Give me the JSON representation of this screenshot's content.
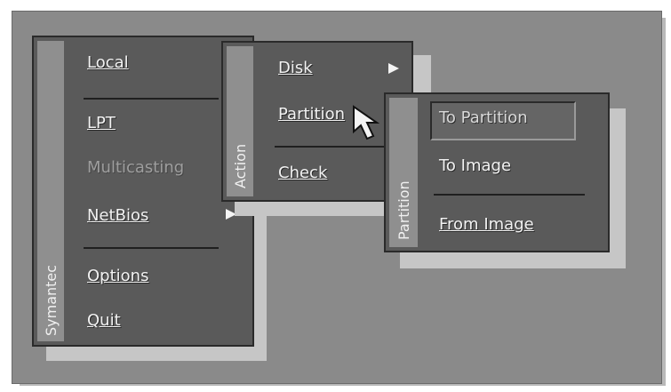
{
  "menus": {
    "main": {
      "title": "Symantec",
      "items": [
        {
          "label": "Local",
          "key": "L"
        },
        {
          "label": "LPT",
          "key": "L"
        },
        {
          "label": "Multicasting",
          "key": "",
          "disabled": true
        },
        {
          "label": "NetBios",
          "key": "N"
        },
        {
          "label": "Options",
          "key": "O"
        },
        {
          "label": "Quit",
          "key": "Q"
        }
      ]
    },
    "action": {
      "title": "Action",
      "items": [
        {
          "label": "Disk",
          "key": "D"
        },
        {
          "label": "Partition",
          "key": "P"
        },
        {
          "label": "Check",
          "key": "C"
        }
      ]
    },
    "partition": {
      "title": "Partition",
      "items": [
        {
          "label": "To Partition",
          "key": "P",
          "selected": true
        },
        {
          "label": "To Image",
          "key": "I"
        },
        {
          "label": "From Image",
          "key": "F"
        }
      ]
    }
  },
  "colors": {
    "desktop": "#8a8a8a",
    "menu_bg": "#5a5a5a",
    "title_strip": "#8f8f8f",
    "shadow": "#c6c6c6",
    "text": "#f2f2f2"
  },
  "icons": {
    "submenu_arrow": "triangle-right-icon",
    "cursor": "mouse-pointer-icon"
  }
}
